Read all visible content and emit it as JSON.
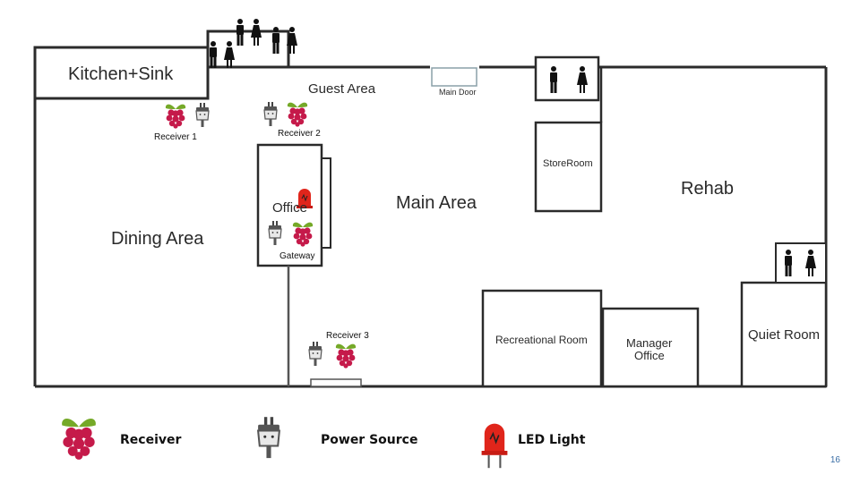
{
  "rooms": {
    "kitchen": "Kitchen+Sink",
    "guest_area": "Guest Area",
    "main_door": "Main Door",
    "storeroom": "StoreRoom",
    "rehab": "Rehab",
    "office": "Office",
    "main_area": "Main Area",
    "dining_area": "Dining Area",
    "recreational_room": "Recreational Room",
    "manager_office_line1": "Manager",
    "manager_office_line2": "Office",
    "quiet_room": "Quiet Room"
  },
  "devices": {
    "receiver_1": "Receiver 1",
    "receiver_2": "Receiver 2",
    "receiver_3": "Receiver 3",
    "gateway": "Gateway"
  },
  "legend": {
    "receiver": "Receiver",
    "power_source": "Power Source",
    "led_light": "LED Light"
  },
  "page_number": "16",
  "colors": {
    "wall": "#2b2b2b",
    "raspberry": "#c51a4a",
    "leaf": "#75a928",
    "led": "#e0251b"
  }
}
